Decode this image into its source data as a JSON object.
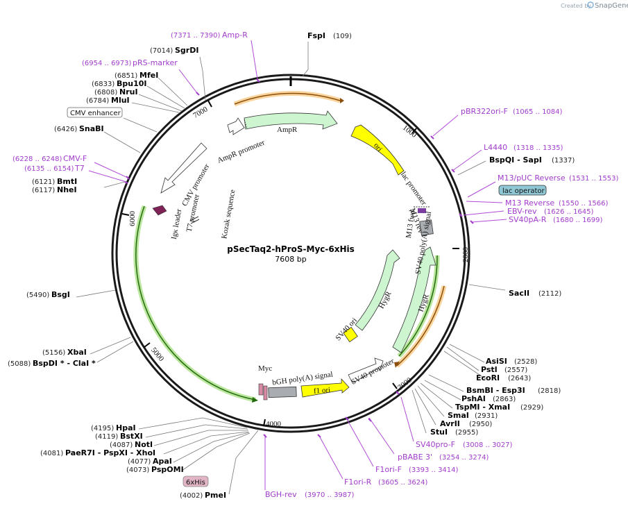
{
  "credit": {
    "created_by": "Created by",
    "app": "SnapGene"
  },
  "plasmid": {
    "name": "pSecTaq2-hProS-Myc-6xHis",
    "length": "7608 bp"
  },
  "ticks": [
    "1000",
    "2000",
    "3000",
    "4000",
    "5000",
    "6000",
    "7000"
  ],
  "sites": [
    {
      "name": "FspI",
      "pos": "(109)"
    },
    {
      "name": "SgrDI",
      "pos": "(7014)"
    },
    {
      "name": "MfeI",
      "pos": "(6851)"
    },
    {
      "name": "Bpu10I",
      "pos": "(6833)"
    },
    {
      "name": "NruI",
      "pos": "(6808)"
    },
    {
      "name": "MluI",
      "pos": "(6784)"
    },
    {
      "name": "SnaBI",
      "pos": "(6426)"
    },
    {
      "name": "BmtI",
      "pos": "(6121)"
    },
    {
      "name": "NheI",
      "pos": "(6117)"
    },
    {
      "name": "BsgI",
      "pos": "(5490)"
    },
    {
      "name": "XbaI",
      "pos": "(5156)"
    },
    {
      "name": "BspDI * - ClaI *",
      "pos": "(5088)"
    },
    {
      "name": "HpaI",
      "pos": "(4195)"
    },
    {
      "name": "BstXI",
      "pos": "(4119)"
    },
    {
      "name": "NotI",
      "pos": "(4087)"
    },
    {
      "name": "PaeR7I - PspXI - XhoI",
      "pos": "(4081)"
    },
    {
      "name": "ApaI",
      "pos": "(4077)"
    },
    {
      "name": "PspOMI",
      "pos": "(4073)"
    },
    {
      "name": "PmeI",
      "pos": "(4002)"
    },
    {
      "name": "BspQI - SapI",
      "pos": "(1337)"
    },
    {
      "name": "SacII",
      "pos": "(2112)"
    },
    {
      "name": "AsiSI",
      "pos": "(2528)"
    },
    {
      "name": "PstI",
      "pos": "(2557)"
    },
    {
      "name": "EcoRI",
      "pos": "(2643)"
    },
    {
      "name": "BsmBI - Esp3I",
      "pos": "(2818)"
    },
    {
      "name": "PshAI",
      "pos": "(2863)"
    },
    {
      "name": "TspMI - XmaI",
      "pos": "(2929)"
    },
    {
      "name": "SmaI",
      "pos": "(2931)"
    },
    {
      "name": "AvrII",
      "pos": "(2950)"
    },
    {
      "name": "StuI",
      "pos": "(2955)"
    }
  ],
  "primers": [
    {
      "name": "Amp-R",
      "pos": "(7371 .. 7390)"
    },
    {
      "name": "pRS-marker",
      "pos": "(6954 .. 6973)"
    },
    {
      "name": "CMV-F",
      "pos": "(6228 .. 6248)"
    },
    {
      "name": "T7",
      "pos": "(6135 .. 6154)"
    },
    {
      "name": "pBR322ori-F",
      "pos": "(1065 .. 1084)"
    },
    {
      "name": "L4440",
      "pos": "(1318 .. 1335)"
    },
    {
      "name": "M13/pUC Reverse",
      "pos": "(1531 .. 1553)"
    },
    {
      "name": "M13 Reverse",
      "pos": "(1550 .. 1566)"
    },
    {
      "name": "EBV-rev",
      "pos": "(1626 .. 1645)"
    },
    {
      "name": "SV40pA-R",
      "pos": "(1680 .. 1699)"
    },
    {
      "name": "SV40pro-F",
      "pos": "(3008 .. 3027)"
    },
    {
      "name": "pBABE 3'",
      "pos": "(3254 .. 3274)"
    },
    {
      "name": "F1ori-F",
      "pos": "(3393 .. 3414)"
    },
    {
      "name": "F1ori-R",
      "pos": "(3605 .. 3624)"
    },
    {
      "name": "BGH-rev",
      "pos": "(3970 .. 3987)"
    }
  ],
  "boxed": {
    "cmv_enhancer": "CMV enhancer",
    "lac_operator": "lac operator",
    "his6": "6xHis"
  },
  "features": {
    "ampr_promoter": "AmpR promoter",
    "ampr": "AmpR",
    "ori": "ori",
    "lac_promoter": "lac promoter",
    "m13_rev": "M13 rev",
    "m13_fwd_label": "M13 fwd",
    "sv40_polya": "SV40 poly(A) signal",
    "hygr_outer": "HygR",
    "hygr_inner": "HygR",
    "sv40_ori": "SV40 ori",
    "sv40_promoter": "SV40 promoter",
    "f1_ori": "f1 ori",
    "bgh": "bGH poly(A) signal",
    "myc": "Myc",
    "cmv_promoter": "CMV promoter",
    "t7_promoter": "T7 promoter",
    "igk_leader": "Igκ leader",
    "kozak": "Kozak sequence"
  },
  "colors": {
    "backbone": "#1a1a1a",
    "ampr": "#ccf5d0",
    "ori": "#ffff00",
    "primer": "#a13ccc",
    "orange_glow": "#f4b04a",
    "green_glow": "#84d14c",
    "terminator": "#a9acb0",
    "igk": "#7f2357"
  }
}
